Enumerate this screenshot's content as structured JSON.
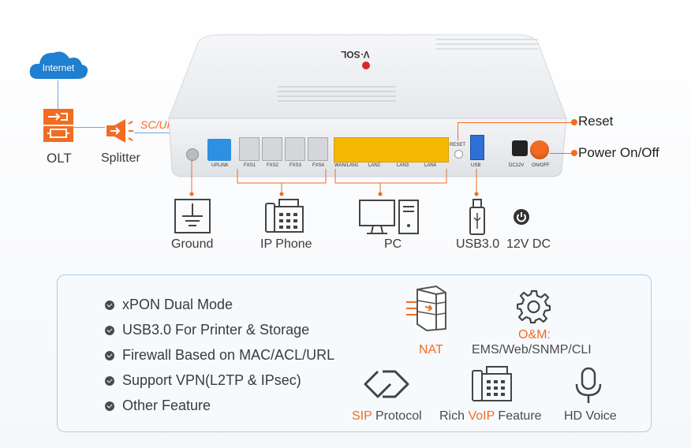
{
  "topology": {
    "internet_label": "Internet",
    "olt_label": "OLT",
    "splitter_label": "Splitter",
    "connector_label": "SC/UPC"
  },
  "device": {
    "brand": "V·SOL",
    "ports": {
      "uplink": "UPLINK",
      "fxs": [
        "FXS1",
        "FXS2",
        "FXS3",
        "FXS4"
      ],
      "lan": [
        "WAN/LAN1",
        "LAN2",
        "LAN3",
        "LAN4"
      ],
      "reset": "RESET",
      "usb": "USB",
      "dc": "DC12V",
      "power": "ON/OFF"
    }
  },
  "callouts": {
    "reset": "Reset",
    "power": "Power On/Off"
  },
  "connections": {
    "ground": "Ground",
    "ip_phone": "IP Phone",
    "pc": "PC",
    "usb": "USB3.0",
    "dc": "12V DC"
  },
  "features": [
    "xPON Dual Mode",
    "USB3.0 For Printer & Storage",
    "Firewall Based on MAC/ACL/URL",
    "Support VPN(L2TP & IPsec)",
    "Other Feature"
  ],
  "feature_icons": {
    "nat": "NAT",
    "om_title": "O&M:",
    "om_sub": "EMS/Web/SNMP/CLI",
    "sip_highlight": "SIP",
    "sip_rest": " Protocol",
    "voip_prefix": "Rich ",
    "voip_highlight": "VoIP",
    "voip_suffix": " Feature",
    "hd_voice": "HD Voice"
  },
  "colors": {
    "accent": "#f36c21",
    "brand_blue": "#1f7fd1",
    "lan_yellow": "#f5b800",
    "uplink_blue": "#2f8fe0"
  }
}
